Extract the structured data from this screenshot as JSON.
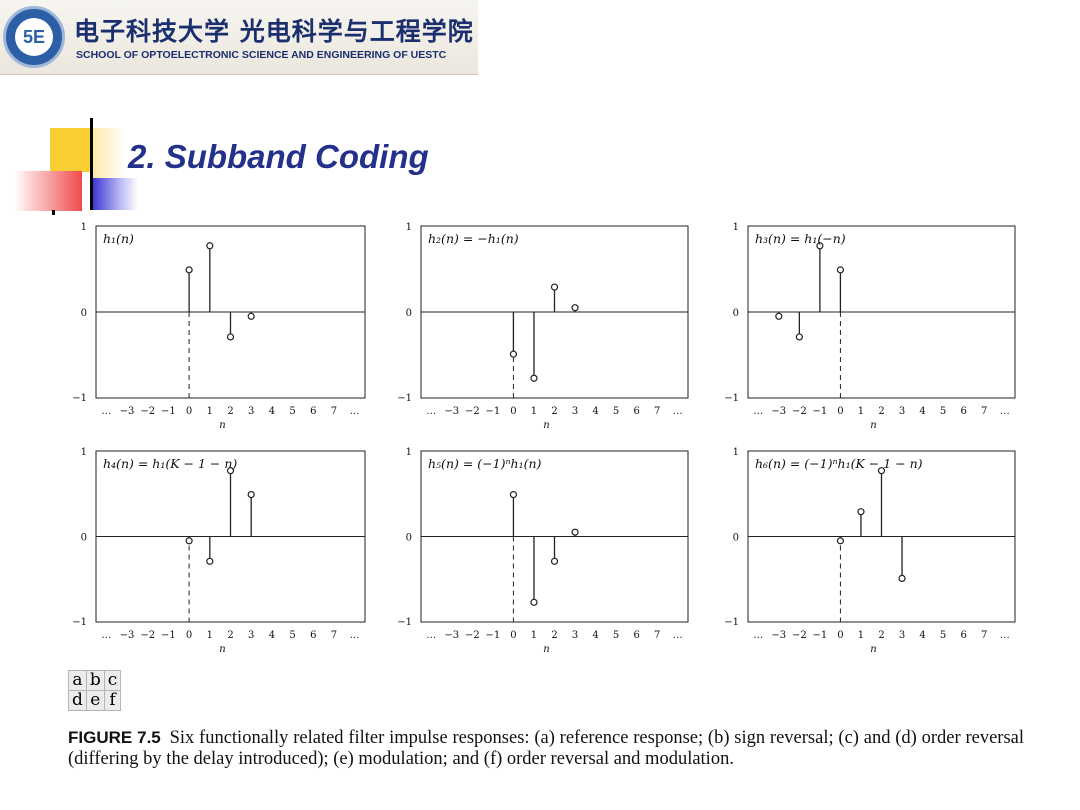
{
  "header": {
    "school_name_cn": "电子科技大学 光电科学与工程学院",
    "school_name_en": "SCHOOL OF OPTOELECTRONIC SCIENCE AND ENGINEERING OF UESTC",
    "logo_mark": "5E"
  },
  "slide": {
    "title": "2. Subband Coding"
  },
  "figure": {
    "label": "FIGURE 7.5",
    "caption": "Six functionally related filter impulse responses: (a) reference response; (b) sign reversal; (c) and (d) order reversal (differing by the delay introduced); (e) modulation; and (f) order reversal and modulation.",
    "panel_grid": [
      [
        "a",
        "b",
        "c"
      ],
      [
        "d",
        "e",
        "f"
      ]
    ]
  },
  "chart_data": [
    {
      "type": "stem",
      "title": "h₁(n)",
      "xlabel": "n",
      "x_ticks": [
        "…",
        "−3",
        "−2",
        "−1",
        "0",
        "1",
        "2",
        "3",
        "4",
        "5",
        "6",
        "7",
        "…"
      ],
      "ylim": [
        -1,
        1
      ],
      "y_ticks": [
        "1",
        "0",
        "−1"
      ],
      "x_range": [
        -4.5,
        8.5
      ],
      "zero_marker_x": 0,
      "points": [
        {
          "x": 0,
          "y": 0.49
        },
        {
          "x": 1,
          "y": 0.77
        },
        {
          "x": 2,
          "y": -0.29
        },
        {
          "x": 3,
          "y": -0.05
        }
      ]
    },
    {
      "type": "stem",
      "title": "h₂(n) = −h₁(n)",
      "xlabel": "n",
      "x_ticks": [
        "…",
        "−3",
        "−2",
        "−1",
        "0",
        "1",
        "2",
        "3",
        "4",
        "5",
        "6",
        "7",
        "…"
      ],
      "ylim": [
        -1,
        1
      ],
      "y_ticks": [
        "1",
        "0",
        "−1"
      ],
      "x_range": [
        -4.5,
        8.5
      ],
      "zero_marker_x": 0,
      "points": [
        {
          "x": 0,
          "y": -0.49
        },
        {
          "x": 1,
          "y": -0.77
        },
        {
          "x": 2,
          "y": 0.29
        },
        {
          "x": 3,
          "y": 0.05
        }
      ]
    },
    {
      "type": "stem",
      "title": "h₃(n) = h₁(−n)",
      "xlabel": "n",
      "x_ticks": [
        "…",
        "−3",
        "−2",
        "−1",
        "0",
        "1",
        "2",
        "3",
        "4",
        "5",
        "6",
        "7",
        "…"
      ],
      "ylim": [
        -1,
        1
      ],
      "y_ticks": [
        "1",
        "0",
        "−1"
      ],
      "x_range": [
        -4.5,
        8.5
      ],
      "zero_marker_x": 0,
      "points": [
        {
          "x": -3,
          "y": -0.05
        },
        {
          "x": -2,
          "y": -0.29
        },
        {
          "x": -1,
          "y": 0.77
        },
        {
          "x": 0,
          "y": 0.49
        }
      ]
    },
    {
      "type": "stem",
      "title": "h₄(n) = h₁(K − 1 − n)",
      "xlabel": "n",
      "x_ticks": [
        "…",
        "−3",
        "−2",
        "−1",
        "0",
        "1",
        "2",
        "3",
        "4",
        "5",
        "6",
        "7",
        "…"
      ],
      "ylim": [
        -1,
        1
      ],
      "y_ticks": [
        "1",
        "0",
        "−1"
      ],
      "x_range": [
        -4.5,
        8.5
      ],
      "zero_marker_x": 0,
      "points": [
        {
          "x": 0,
          "y": -0.05
        },
        {
          "x": 1,
          "y": -0.29
        },
        {
          "x": 2,
          "y": 0.77
        },
        {
          "x": 3,
          "y": 0.49
        }
      ]
    },
    {
      "type": "stem",
      "title": "h₅(n) = (−1)ⁿh₁(n)",
      "xlabel": "n",
      "x_ticks": [
        "…",
        "−3",
        "−2",
        "−1",
        "0",
        "1",
        "2",
        "3",
        "4",
        "5",
        "6",
        "7",
        "…"
      ],
      "ylim": [
        -1,
        1
      ],
      "y_ticks": [
        "1",
        "0",
        "−1"
      ],
      "x_range": [
        -4.5,
        8.5
      ],
      "zero_marker_x": 0,
      "points": [
        {
          "x": 0,
          "y": 0.49
        },
        {
          "x": 1,
          "y": -0.77
        },
        {
          "x": 2,
          "y": -0.29
        },
        {
          "x": 3,
          "y": 0.05
        }
      ]
    },
    {
      "type": "stem",
      "title": "h₆(n) = (−1)ⁿh₁(K − 1 − n)",
      "xlabel": "n",
      "x_ticks": [
        "…",
        "−3",
        "−2",
        "−1",
        "0",
        "1",
        "2",
        "3",
        "4",
        "5",
        "6",
        "7",
        "…"
      ],
      "ylim": [
        -1,
        1
      ],
      "y_ticks": [
        "1",
        "0",
        "−1"
      ],
      "x_range": [
        -4.5,
        8.5
      ],
      "zero_marker_x": 0,
      "points": [
        {
          "x": 0,
          "y": -0.05
        },
        {
          "x": 1,
          "y": 0.29
        },
        {
          "x": 2,
          "y": 0.77
        },
        {
          "x": 3,
          "y": -0.49
        }
      ]
    }
  ]
}
